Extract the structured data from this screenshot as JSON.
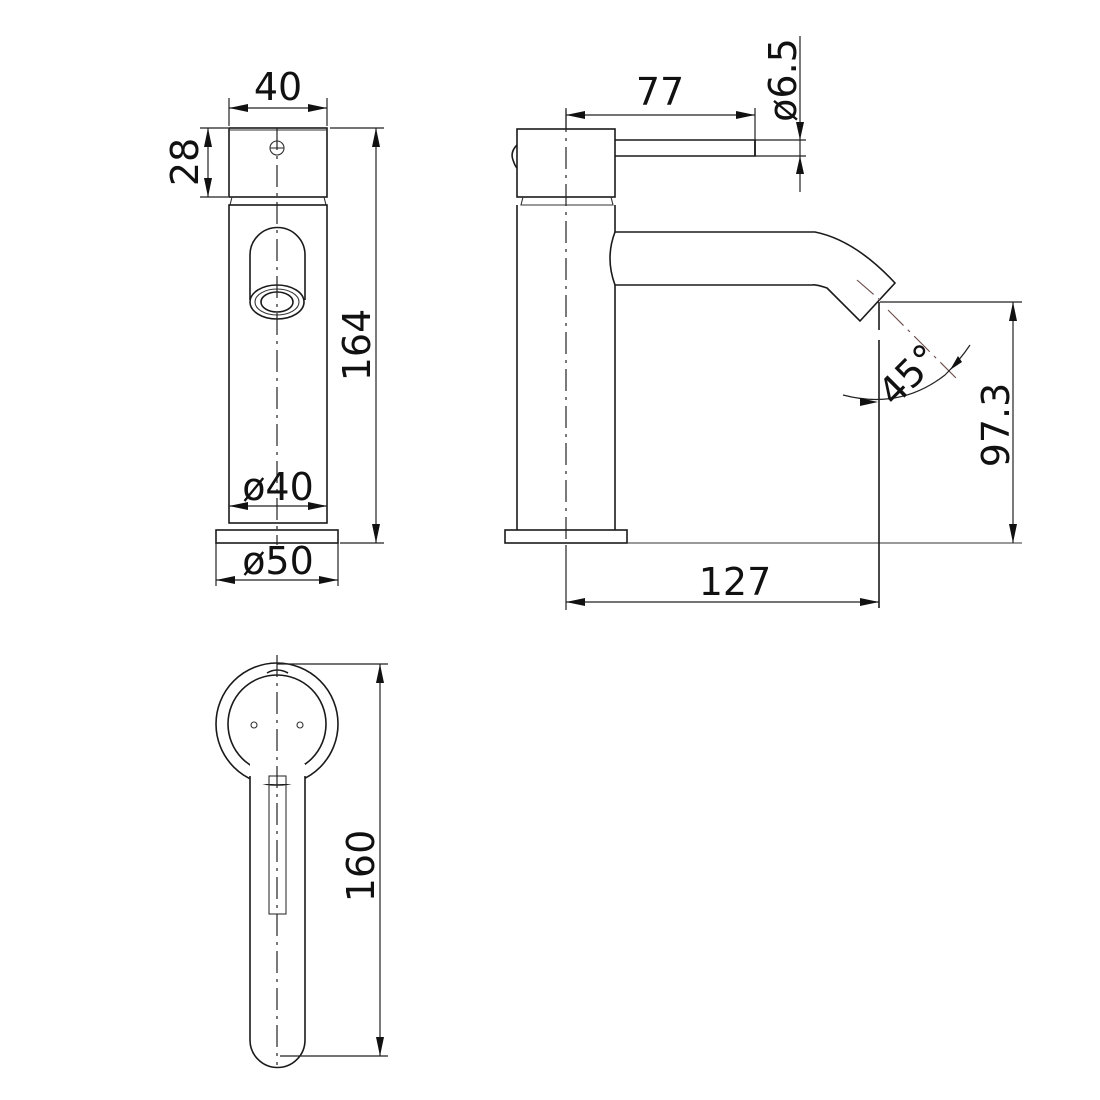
{
  "drawing": {
    "subject": "Basin mixer tap dimension drawing",
    "front_view": {
      "width_top": "40",
      "handle_height": "28",
      "total_height": "164",
      "body_diameter": "ø40",
      "base_diameter": "ø50"
    },
    "side_view": {
      "handle_length": "77",
      "lever_diameter": "ø6.5",
      "spout_reach": "127",
      "spout_height": "97.3",
      "outlet_angle": "45°"
    },
    "top_view": {
      "overall_length": "160"
    }
  }
}
